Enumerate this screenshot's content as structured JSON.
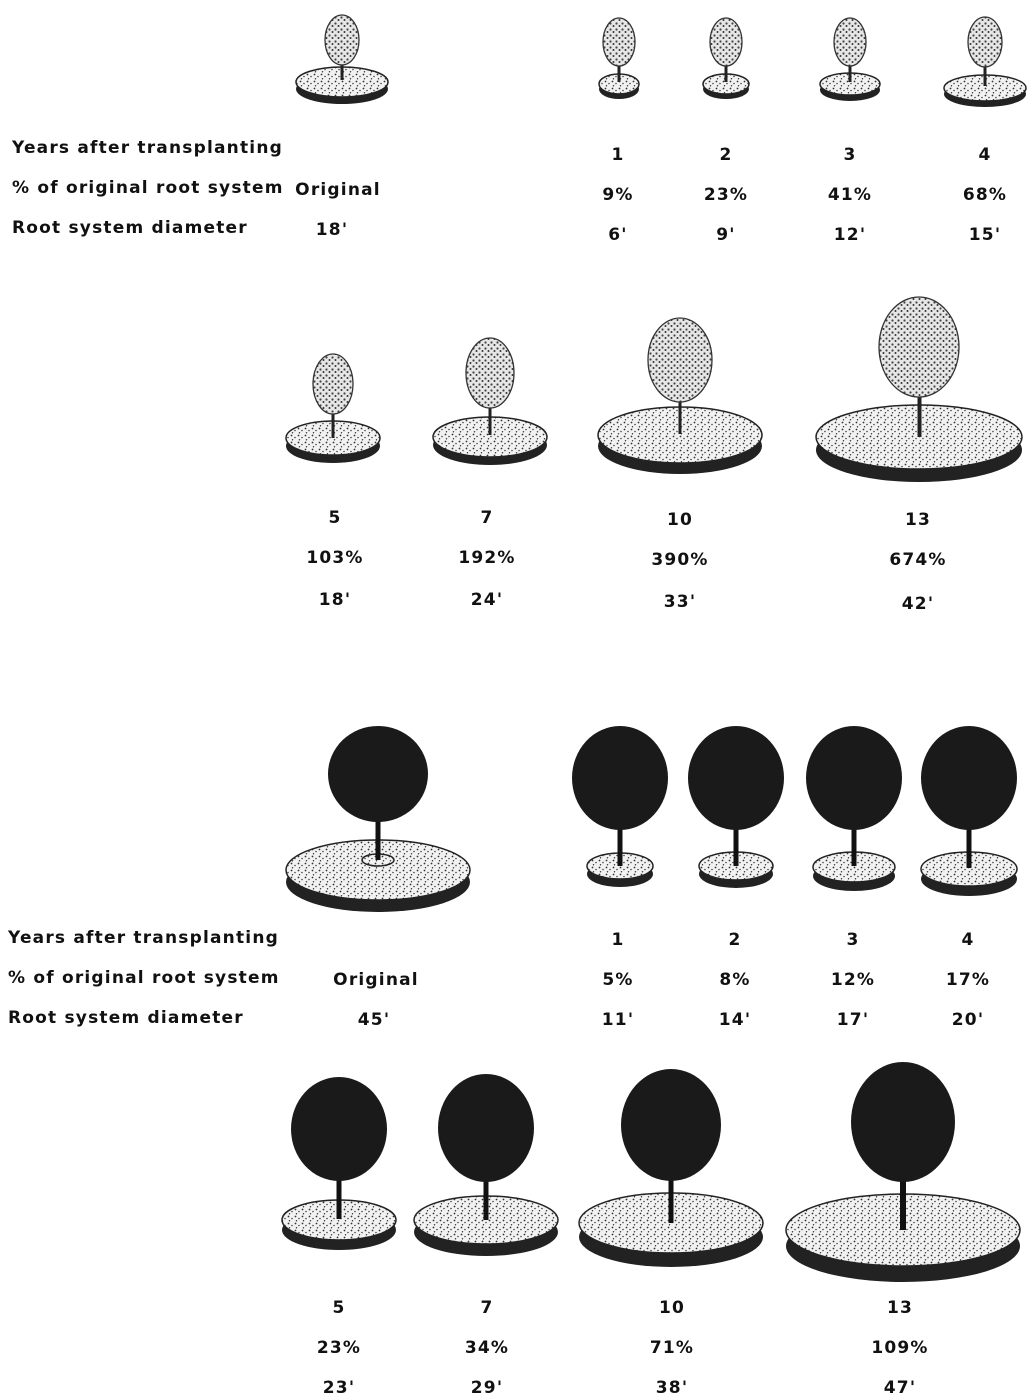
{
  "diagrams": [
    {
      "tree_style": "light-foliage",
      "labels": {
        "years": "Years after transplanting",
        "percent": "% of original root system",
        "diameter": "Root system diameter"
      },
      "original": {
        "percent": "Original",
        "diameter": "18'"
      },
      "row1": [
        {
          "year": "1",
          "percent": "9%",
          "diameter": "6'"
        },
        {
          "year": "2",
          "percent": "23%",
          "diameter": "9'"
        },
        {
          "year": "3",
          "percent": "41%",
          "diameter": "12'"
        },
        {
          "year": "4",
          "percent": "68%",
          "diameter": "15'"
        }
      ],
      "row2": [
        {
          "year": "5",
          "percent": "103%",
          "diameter": "18'"
        },
        {
          "year": "7",
          "percent": "192%",
          "diameter": "24'"
        },
        {
          "year": "10",
          "percent": "390%",
          "diameter": "33'"
        },
        {
          "year": "13",
          "percent": "674%",
          "diameter": "42'"
        }
      ]
    },
    {
      "tree_style": "dark-foliage",
      "labels": {
        "years": "Years after transplanting",
        "percent": "% of original root system",
        "diameter": "Root system diameter"
      },
      "original": {
        "percent": "Original",
        "diameter": "45'"
      },
      "row1": [
        {
          "year": "1",
          "percent": "5%",
          "diameter": "11'"
        },
        {
          "year": "2",
          "percent": "8%",
          "diameter": "14'"
        },
        {
          "year": "3",
          "percent": "12%",
          "diameter": "17'"
        },
        {
          "year": "4",
          "percent": "17%",
          "diameter": "20'"
        }
      ],
      "row2": [
        {
          "year": "5",
          "percent": "23%",
          "diameter": "23'"
        },
        {
          "year": "7",
          "percent": "34%",
          "diameter": "29'"
        },
        {
          "year": "10",
          "percent": "71%",
          "diameter": "38'"
        },
        {
          "year": "13",
          "percent": "109%",
          "diameter": "47'"
        }
      ]
    }
  ]
}
